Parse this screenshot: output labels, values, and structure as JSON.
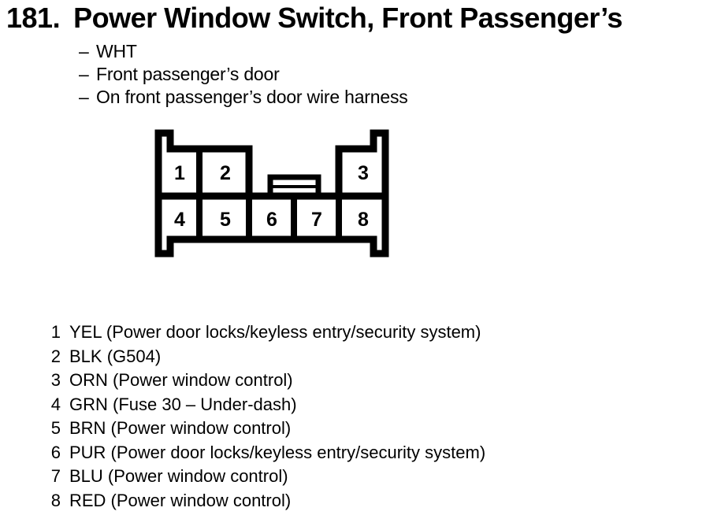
{
  "document": {
    "section_number": "181.",
    "title": "Power Window Switch, Front Passenger’s",
    "bullet_dash": "–",
    "bullets": [
      "WHT",
      "Front passenger’s door",
      "On front passenger’s door wire harness"
    ]
  },
  "connector": {
    "pin_numbers": [
      "1",
      "2",
      "3",
      "4",
      "5",
      "6",
      "7",
      "8"
    ]
  },
  "pin_list": [
    {
      "pin": "1",
      "desc": "YEL (Power door locks/keyless entry/security system)"
    },
    {
      "pin": "2",
      "desc": "BLK (G504)"
    },
    {
      "pin": "3",
      "desc": "ORN (Power window control)"
    },
    {
      "pin": "4",
      "desc": "GRN (Fuse 30 – Under-dash)"
    },
    {
      "pin": "5",
      "desc": "BRN (Power window control)"
    },
    {
      "pin": "6",
      "desc": "PUR (Power door locks/keyless entry/security system)"
    },
    {
      "pin": "7",
      "desc": "BLU (Power window control)"
    },
    {
      "pin": "8",
      "desc": "RED (Power window control)"
    }
  ],
  "colors": {
    "ink": "#000000",
    "paper": "#ffffff"
  }
}
